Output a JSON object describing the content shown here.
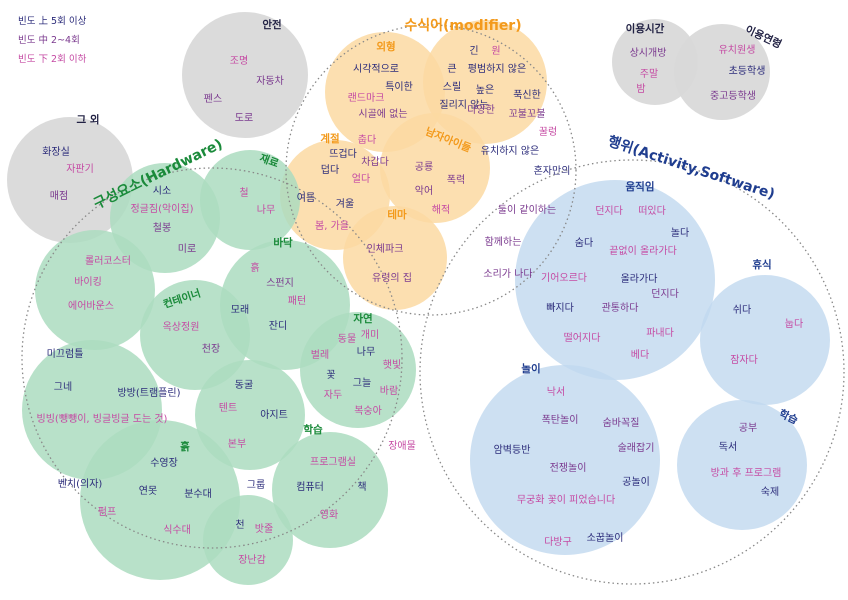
{
  "colors": {
    "high": "#2b2b7a",
    "mid": "#7b3a8f",
    "low": "#c54aa3",
    "grey_fill": "#d9d9d9",
    "orange_fill": "#fcd9a2",
    "green_fill": "#abdcc0",
    "blue_fill": "#c1d8ef",
    "outline": "#888888",
    "orange_label": "#f39a1c",
    "green_label": "#1a8a3a",
    "blue_label": "#1f3d8f"
  },
  "legend": [
    {
      "text": "빈도 上 5회 이상",
      "level": "high"
    },
    {
      "text": "빈도 中 2~4회",
      "level": "mid"
    },
    {
      "text": "빈도 下 2회 이하",
      "level": "low"
    }
  ],
  "big_labels": {
    "modifier": "수식어(modifier)",
    "hardware": "구성요소(Hardware)",
    "software": "행위(Activity,Software)"
  },
  "categories": {
    "safety": "안전",
    "etc": "그 외",
    "time": "이용시간",
    "age": "이용연령",
    "appearance": "외형",
    "season": "계절",
    "gender": "남자아이들",
    "theme": "테마",
    "material": "재료",
    "floor": "바닥",
    "container": "컨테이너",
    "nature": "자연",
    "soil": "흙",
    "study": "학습",
    "movement": "움직임",
    "rest": "휴식",
    "play": "놀이",
    "learning": "학습"
  },
  "words": [
    {
      "t": "조명",
      "l": "low"
    },
    {
      "t": "자동차",
      "l": "mid"
    },
    {
      "t": "펜스",
      "l": "mid"
    },
    {
      "t": "도로",
      "l": "mid"
    },
    {
      "t": "화장실",
      "l": "high"
    },
    {
      "t": "자판기",
      "l": "low"
    },
    {
      "t": "매점",
      "l": "mid"
    },
    {
      "t": "상시개방",
      "l": "mid"
    },
    {
      "t": "주말",
      "l": "low"
    },
    {
      "t": "밤",
      "l": "low"
    },
    {
      "t": "유치원생",
      "l": "low"
    },
    {
      "t": "초등학생",
      "l": "high"
    },
    {
      "t": "중고등학생",
      "l": "mid"
    },
    {
      "t": "시각적으로",
      "l": "high"
    },
    {
      "t": "특이한",
      "l": "high"
    },
    {
      "t": "랜드마크",
      "l": "low"
    },
    {
      "t": "시골에 없는",
      "l": "mid"
    },
    {
      "t": "긴",
      "l": "high"
    },
    {
      "t": "원",
      "l": "low"
    },
    {
      "t": "큰",
      "l": "high"
    },
    {
      "t": "평범하지 않은",
      "l": "high"
    },
    {
      "t": "스릴",
      "l": "high"
    },
    {
      "t": "높은",
      "l": "high"
    },
    {
      "t": "질리지 않는",
      "l": "high"
    },
    {
      "t": "푹신한",
      "l": "high"
    },
    {
      "t": "다양한",
      "l": "mid"
    },
    {
      "t": "꼬불꼬불",
      "l": "mid"
    },
    {
      "t": "꿀렁",
      "l": "low"
    },
    {
      "t": "유치하지 않은",
      "l": "high"
    },
    {
      "t": "혼자만의",
      "l": "high"
    },
    {
      "t": "춥다",
      "l": "low"
    },
    {
      "t": "뜨겁다",
      "l": "high"
    },
    {
      "t": "덥다",
      "l": "high"
    },
    {
      "t": "차갑다",
      "l": "mid"
    },
    {
      "t": "얼다",
      "l": "low"
    },
    {
      "t": "여름",
      "l": "high"
    },
    {
      "t": "겨울",
      "l": "high"
    },
    {
      "t": "봄, 가을",
      "l": "low"
    },
    {
      "t": "공룡",
      "l": "mid"
    },
    {
      "t": "폭력",
      "l": "mid"
    },
    {
      "t": "악어",
      "l": "mid"
    },
    {
      "t": "해적",
      "l": "low"
    },
    {
      "t": "인체파크",
      "l": "mid"
    },
    {
      "t": "유령의 집",
      "l": "mid"
    },
    {
      "t": "둘이 같이하는",
      "l": "mid"
    },
    {
      "t": "함께하는",
      "l": "mid"
    },
    {
      "t": "소리가 나다",
      "l": "mid"
    },
    {
      "t": "시소",
      "l": "high"
    },
    {
      "t": "정글짐(악이집)",
      "l": "low"
    },
    {
      "t": "철봉",
      "l": "mid"
    },
    {
      "t": "미로",
      "l": "mid"
    },
    {
      "t": "철",
      "l": "low"
    },
    {
      "t": "나무",
      "l": "low"
    },
    {
      "t": "롤러코스터",
      "l": "low"
    },
    {
      "t": "바이킹",
      "l": "low"
    },
    {
      "t": "에어바운스",
      "l": "low"
    },
    {
      "t": "흙",
      "l": "low"
    },
    {
      "t": "스펀지",
      "l": "mid"
    },
    {
      "t": "패턴",
      "l": "low"
    },
    {
      "t": "모래",
      "l": "high"
    },
    {
      "t": "잔디",
      "l": "high"
    },
    {
      "t": "옥상정원",
      "l": "low"
    },
    {
      "t": "천장",
      "l": "mid"
    },
    {
      "t": "개미",
      "l": "low"
    },
    {
      "t": "동물",
      "l": "low"
    },
    {
      "t": "나무",
      "l": "high"
    },
    {
      "t": "벌레",
      "l": "low"
    },
    {
      "t": "햇빛",
      "l": "low"
    },
    {
      "t": "꽃",
      "l": "high"
    },
    {
      "t": "그늘",
      "l": "high"
    },
    {
      "t": "자두",
      "l": "low"
    },
    {
      "t": "바람",
      "l": "low"
    },
    {
      "t": "복숭아",
      "l": "low"
    },
    {
      "t": "미끄럼틀",
      "l": "high"
    },
    {
      "t": "그네",
      "l": "high"
    },
    {
      "t": "방방(트램플린)",
      "l": "high"
    },
    {
      "t": "빙빙(뺑뺑이, 빙글빙글 도는 것)",
      "l": "low"
    },
    {
      "t": "동굴",
      "l": "high"
    },
    {
      "t": "텐트",
      "l": "low"
    },
    {
      "t": "아지트",
      "l": "high"
    },
    {
      "t": "본부",
      "l": "low"
    },
    {
      "t": "장애물",
      "l": "low"
    },
    {
      "t": "수영장",
      "l": "high"
    },
    {
      "t": "벤치(의자)",
      "l": "high"
    },
    {
      "t": "연못",
      "l": "high"
    },
    {
      "t": "분수대",
      "l": "high"
    },
    {
      "t": "펌프",
      "l": "low"
    },
    {
      "t": "식수대",
      "l": "low"
    },
    {
      "t": "그룹",
      "l": "high"
    },
    {
      "t": "천",
      "l": "high"
    },
    {
      "t": "밧줄",
      "l": "low"
    },
    {
      "t": "장난감",
      "l": "low"
    },
    {
      "t": "프로그램실",
      "l": "low"
    },
    {
      "t": "컴퓨터",
      "l": "high"
    },
    {
      "t": "책",
      "l": "high"
    },
    {
      "t": "영화",
      "l": "low"
    },
    {
      "t": "던지다",
      "l": "low"
    },
    {
      "t": "떠있다",
      "l": "low"
    },
    {
      "t": "놀다",
      "l": "high"
    },
    {
      "t": "숨다",
      "l": "high"
    },
    {
      "t": "끝없이 올라가다",
      "l": "low"
    },
    {
      "t": "기어오르다",
      "l": "low"
    },
    {
      "t": "올라가다",
      "l": "high"
    },
    {
      "t": "던지다",
      "l": "mid"
    },
    {
      "t": "빠지다",
      "l": "high"
    },
    {
      "t": "관통하다",
      "l": "mid"
    },
    {
      "t": "파내다",
      "l": "low"
    },
    {
      "t": "떨어지다",
      "l": "low"
    },
    {
      "t": "베다",
      "l": "low"
    },
    {
      "t": "쉬다",
      "l": "high"
    },
    {
      "t": "눕다",
      "l": "low"
    },
    {
      "t": "잠자다",
      "l": "low"
    },
    {
      "t": "낙서",
      "l": "low"
    },
    {
      "t": "폭탄놀이",
      "l": "mid"
    },
    {
      "t": "숨바꼭질",
      "l": "mid"
    },
    {
      "t": "암벽등반",
      "l": "high"
    },
    {
      "t": "술래잡기",
      "l": "mid"
    },
    {
      "t": "전쟁놀이",
      "l": "mid"
    },
    {
      "t": "공놀이",
      "l": "high"
    },
    {
      "t": "무궁화 꽃이 피었습니다",
      "l": "low"
    },
    {
      "t": "다방구",
      "l": "low"
    },
    {
      "t": "소꿉놀이",
      "l": "high"
    },
    {
      "t": "공부",
      "l": "mid"
    },
    {
      "t": "독서",
      "l": "high"
    },
    {
      "t": "방과 후 프로그램",
      "l": "low"
    },
    {
      "t": "숙제",
      "l": "high"
    }
  ]
}
